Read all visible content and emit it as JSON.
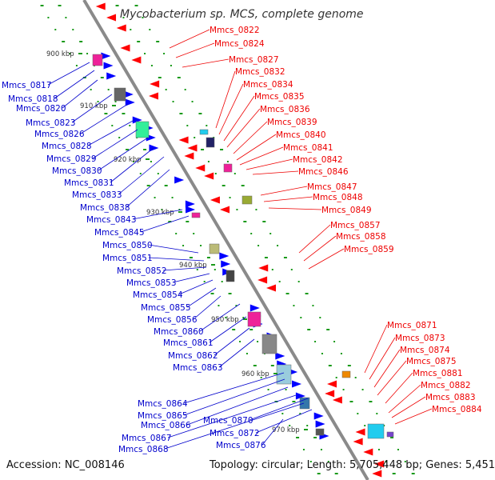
{
  "title": "Mycobacterium sp. MCS, complete genome",
  "footer": {
    "accession": "Accession: NC_008146",
    "topology": "Topology: circular; Length: 5,705,448 bp; Genes: 5,451"
  },
  "colors": {
    "backbone": "#8a8a8a",
    "forward_strand": "#0000ff",
    "reverse_strand": "#ff0000",
    "tick_green": "#1a9a1a",
    "leader_blue": "#0000cc",
    "leader_red": "#ee0000"
  },
  "scale_ticks": [
    "900 kbp",
    "910 kbp",
    "920 kbp",
    "930 kbp",
    "940 kbp",
    "950 kbp",
    "960 kbp",
    "970 kbp"
  ],
  "left_genes": [
    "Mmcs_0817",
    "Mmcs_0818",
    "Mmcs_0820",
    "Mmcs_0823",
    "Mmcs_0826",
    "Mmcs_0828",
    "Mmcs_0829",
    "Mmcs_0830",
    "Mmcs_0831",
    "Mmcs_0833",
    "Mmcs_0838",
    "Mmcs_0843",
    "Mmcs_0845",
    "Mmcs_0850",
    "Mmcs_0851",
    "Mmcs_0852",
    "Mmcs_0853",
    "Mmcs_0854",
    "Mmcs_0855",
    "Mmcs_0856",
    "Mmcs_0860",
    "Mmcs_0861",
    "Mmcs_0862",
    "Mmcs_0863",
    "Mmcs_0864",
    "Mmcs_0865",
    "Mmcs_0866",
    "Mmcs_0867",
    "Mmcs_0868",
    "Mmcs_0870",
    "Mmcs_0872",
    "Mmcs_0876"
  ],
  "right_genes": [
    "Mmcs_0822",
    "Mmcs_0824",
    "Mmcs_0827",
    "Mmcs_0832",
    "Mmcs_0834",
    "Mmcs_0835",
    "Mmcs_0836",
    "Mmcs_0839",
    "Mmcs_0840",
    "Mmcs_0841",
    "Mmcs_0842",
    "Mmcs_0846",
    "Mmcs_0847",
    "Mmcs_0848",
    "Mmcs_0849",
    "Mmcs_0857",
    "Mmcs_0858",
    "Mmcs_0859",
    "Mmcs_0871",
    "Mmcs_0873",
    "Mmcs_0874",
    "Mmcs_0875",
    "Mmcs_0881",
    "Mmcs_0882",
    "Mmcs_0883",
    "Mmcs_0884"
  ]
}
